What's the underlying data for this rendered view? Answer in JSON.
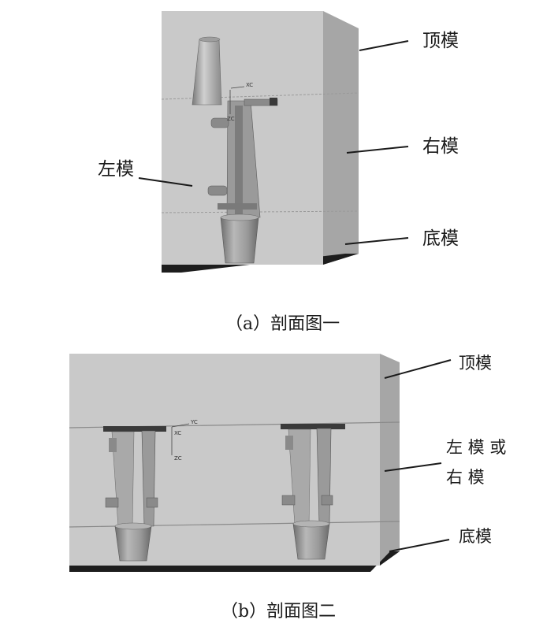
{
  "panel_a": {
    "labels": {
      "top_mold": "顶模",
      "right_mold": "右模",
      "left_mold": "左模",
      "bottom_mold": "底模"
    },
    "caption": "（a）剖面图一"
  },
  "panel_b": {
    "labels": {
      "top_mold": "顶模",
      "left_or_right_mold_line1": "左 模 或",
      "left_or_right_mold_line2": "右 模",
      "bottom_mold": "底模"
    },
    "caption": "（b）剖面图二"
  },
  "colors": {
    "mold_face": "#c9c9c9",
    "mold_side": "#a5a5a5",
    "mold_bottom": "#1b1b1b",
    "cavity": "#8c8c8c"
  }
}
